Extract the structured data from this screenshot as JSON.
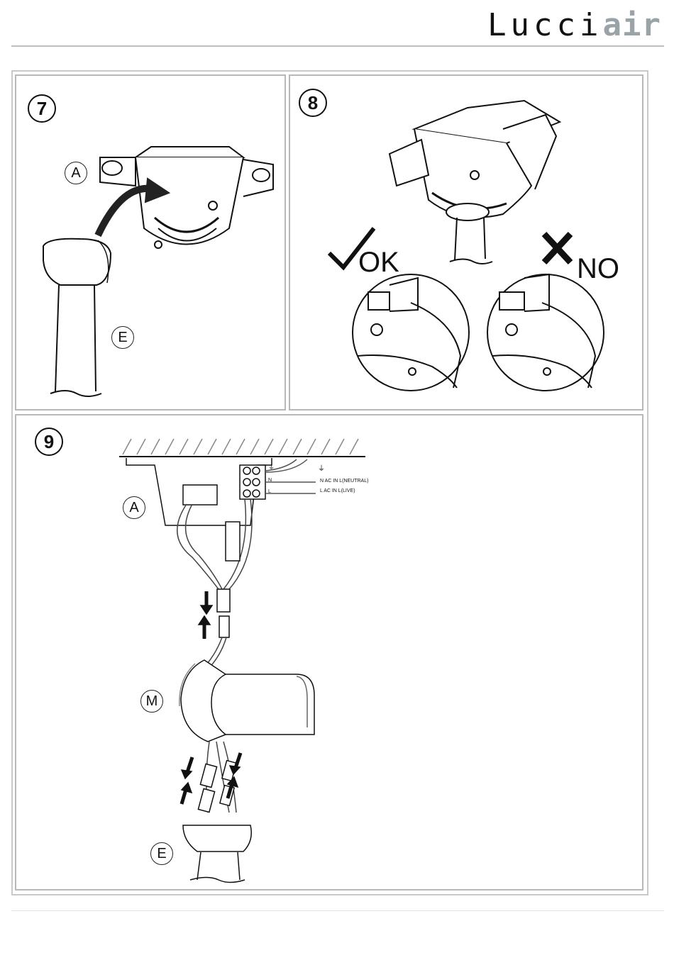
{
  "brand": {
    "name_main": "Lucci",
    "name_accent": "air"
  },
  "step7": {
    "number": "7",
    "callout_a": "A",
    "callout_e": "E"
  },
  "step8": {
    "number": "8",
    "ok_label": "OK",
    "no_label": "NO"
  },
  "step9": {
    "number": "9",
    "callout_a": "A",
    "callout_m": "M",
    "callout_e": "E",
    "terminal_marks": [
      "⏚",
      "N",
      "L"
    ],
    "wire_labels": [
      "N  AC IN L(NEUTRAL)",
      "L  AC IN L(LIVE)"
    ]
  }
}
